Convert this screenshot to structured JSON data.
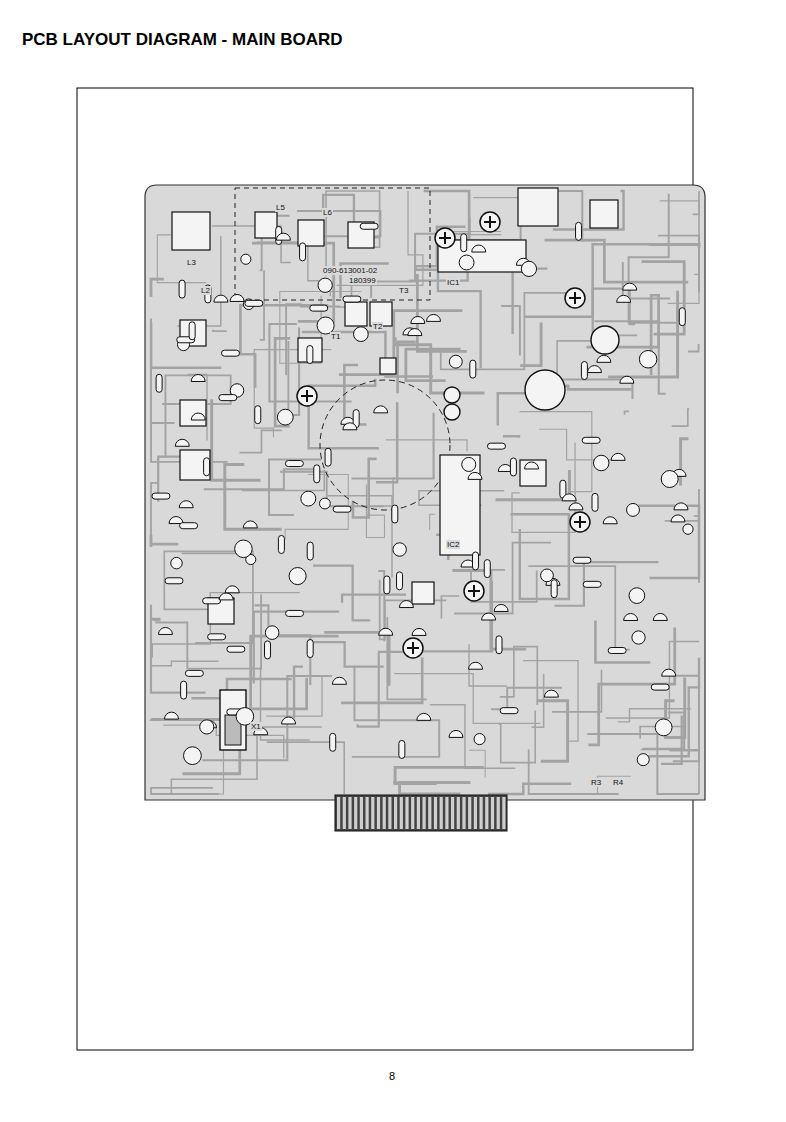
{
  "diagram": {
    "title": "PCB LAYOUT DIAGRAM - MAIN BOARD",
    "labels": [
      "090-613001-02",
      "180399",
      "L3",
      "L2",
      "L5",
      "L6",
      "T1",
      "T2",
      "T3",
      "IC1",
      "IC2",
      "X1",
      "R3",
      "R4",
      "8"
    ]
  }
}
